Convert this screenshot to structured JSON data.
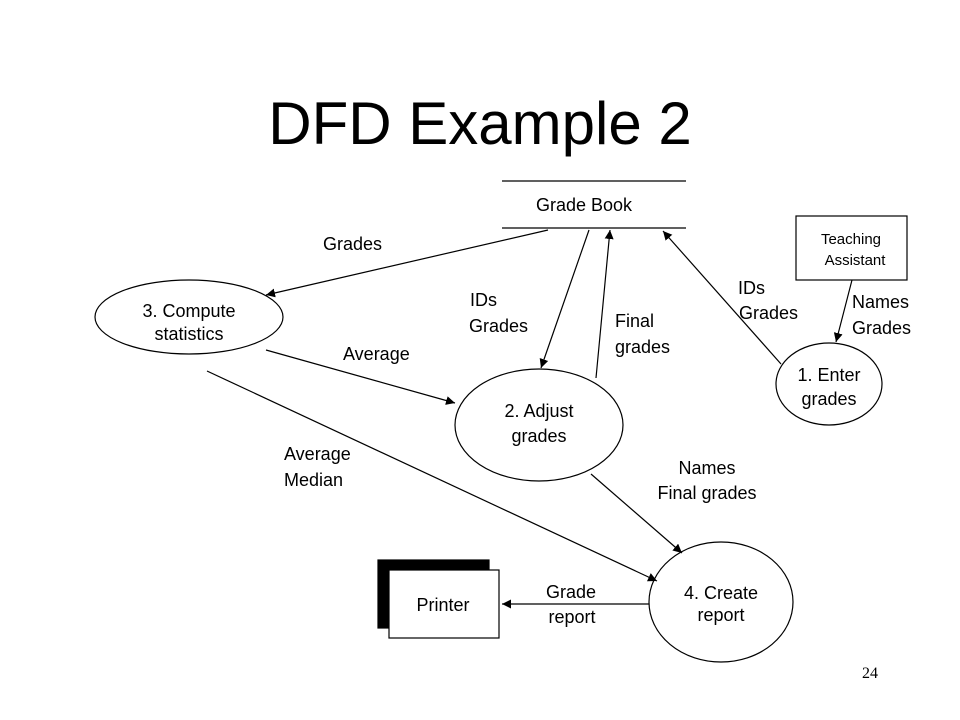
{
  "title": "DFD Example 2",
  "page_number": "24",
  "processes": {
    "compute_statistics": [
      "3. Compute",
      "statistics"
    ],
    "adjust_grades": [
      "2. Adjust",
      "grades"
    ],
    "enter_grades": [
      "1. Enter",
      "grades"
    ],
    "create_report": [
      "4. Create",
      "report"
    ]
  },
  "data_store": {
    "label": "Grade Book"
  },
  "entities": {
    "teaching_assistant": [
      "Teaching",
      "Assistant"
    ],
    "printer": "Printer"
  },
  "flows": {
    "grades_to_compute": [
      "Grades"
    ],
    "ids_grades_to_adjust": [
      "IDs",
      "Grades"
    ],
    "final_grades_to_store": [
      "Final",
      "grades"
    ],
    "ids_grades_from_enter": [
      "IDs",
      "Grades"
    ],
    "names_grades_from_ta": [
      "Names",
      "Grades"
    ],
    "average_to_adjust": [
      "Average"
    ],
    "average_median_to_report": [
      "Average",
      "Median"
    ],
    "names_final_grades_to_report": [
      "Names",
      "Final grades"
    ],
    "grade_report_to_printer": [
      "Grade",
      "report"
    ]
  }
}
